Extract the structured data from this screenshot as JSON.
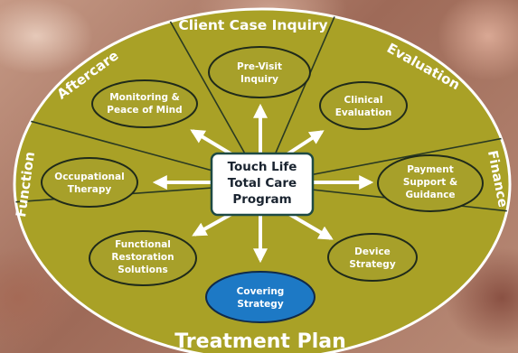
{
  "colors": {
    "disc_fill": "#a9a126",
    "disc_stroke": "#ffffff",
    "divider": "#2a3a22",
    "node_fill": "#a7a02a",
    "node_stroke": "#1f2a1a",
    "highlight_fill": "#1d79c5",
    "arrow": "#ffffff",
    "center_fill": "#ffffff",
    "center_stroke": "#1e4a44"
  },
  "segments": {
    "client_case_inquiry": "Client Case Inquiry",
    "evaluation": "Evaluation",
    "finance": "Finance",
    "treatment_plan": "Treatment Plan",
    "function": "Function",
    "aftercare": "Aftercare"
  },
  "center": {
    "lines": [
      "Touch Life",
      "Total Care",
      "Program"
    ]
  },
  "nodes": {
    "pre_visit": [
      "Pre-Visit",
      "Inquiry"
    ],
    "clinical": [
      "Clinical",
      "Evaluation"
    ],
    "payment": [
      "Payment",
      "Support &",
      "Guidance"
    ],
    "device": [
      "Device",
      "Strategy"
    ],
    "covering": [
      "Covering",
      "Strategy"
    ],
    "functional": [
      "Functional",
      "Restoration",
      "Solutions"
    ],
    "occupational": [
      "Occupational",
      "Therapy"
    ],
    "monitoring": [
      "Monitoring &",
      "Peace of Mind"
    ]
  }
}
